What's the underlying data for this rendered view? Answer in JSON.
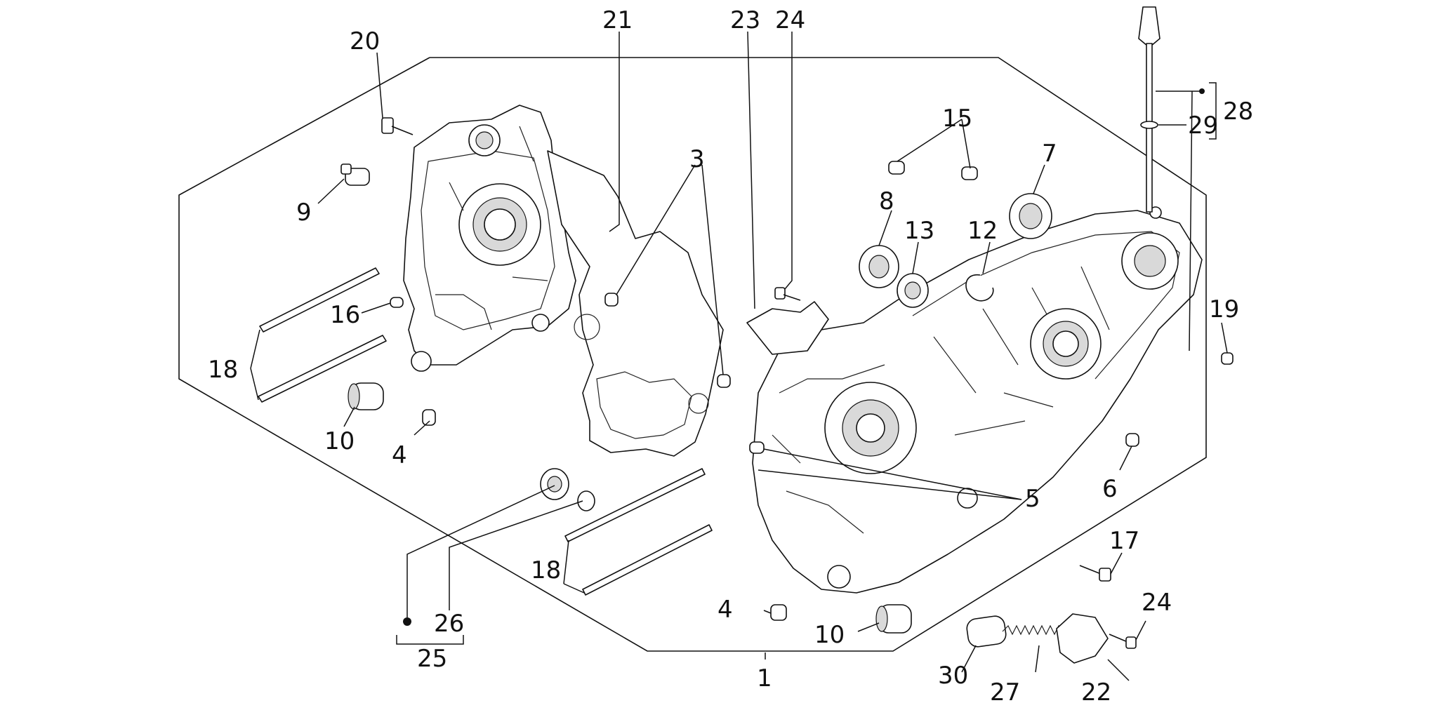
{
  "diagram": {
    "callouts": [
      {
        "id": "c1",
        "text": "1"
      },
      {
        "id": "c3",
        "text": "3"
      },
      {
        "id": "c4a",
        "text": "4"
      },
      {
        "id": "c4b",
        "text": "4"
      },
      {
        "id": "c5",
        "text": "5"
      },
      {
        "id": "c6",
        "text": "6"
      },
      {
        "id": "c7",
        "text": "7"
      },
      {
        "id": "c8",
        "text": "8"
      },
      {
        "id": "c9",
        "text": "9"
      },
      {
        "id": "c10a",
        "text": "10"
      },
      {
        "id": "c10b",
        "text": "10"
      },
      {
        "id": "c12",
        "text": "12"
      },
      {
        "id": "c13",
        "text": "13"
      },
      {
        "id": "c15",
        "text": "15"
      },
      {
        "id": "c16",
        "text": "16"
      },
      {
        "id": "c17",
        "text": "17"
      },
      {
        "id": "c18a",
        "text": "18"
      },
      {
        "id": "c18b",
        "text": "18"
      },
      {
        "id": "c19",
        "text": "19"
      },
      {
        "id": "c20",
        "text": "20"
      },
      {
        "id": "c21",
        "text": "21"
      },
      {
        "id": "c22",
        "text": "22"
      },
      {
        "id": "c23",
        "text": "23"
      },
      {
        "id": "c24a",
        "text": "24"
      },
      {
        "id": "c24b",
        "text": "24"
      },
      {
        "id": "c25",
        "text": "25"
      },
      {
        "id": "c26",
        "text": "26"
      },
      {
        "id": "c27",
        "text": "27"
      },
      {
        "id": "c28",
        "text": "28"
      },
      {
        "id": "c29",
        "text": "29"
      },
      {
        "id": "c30",
        "text": "30"
      }
    ]
  }
}
